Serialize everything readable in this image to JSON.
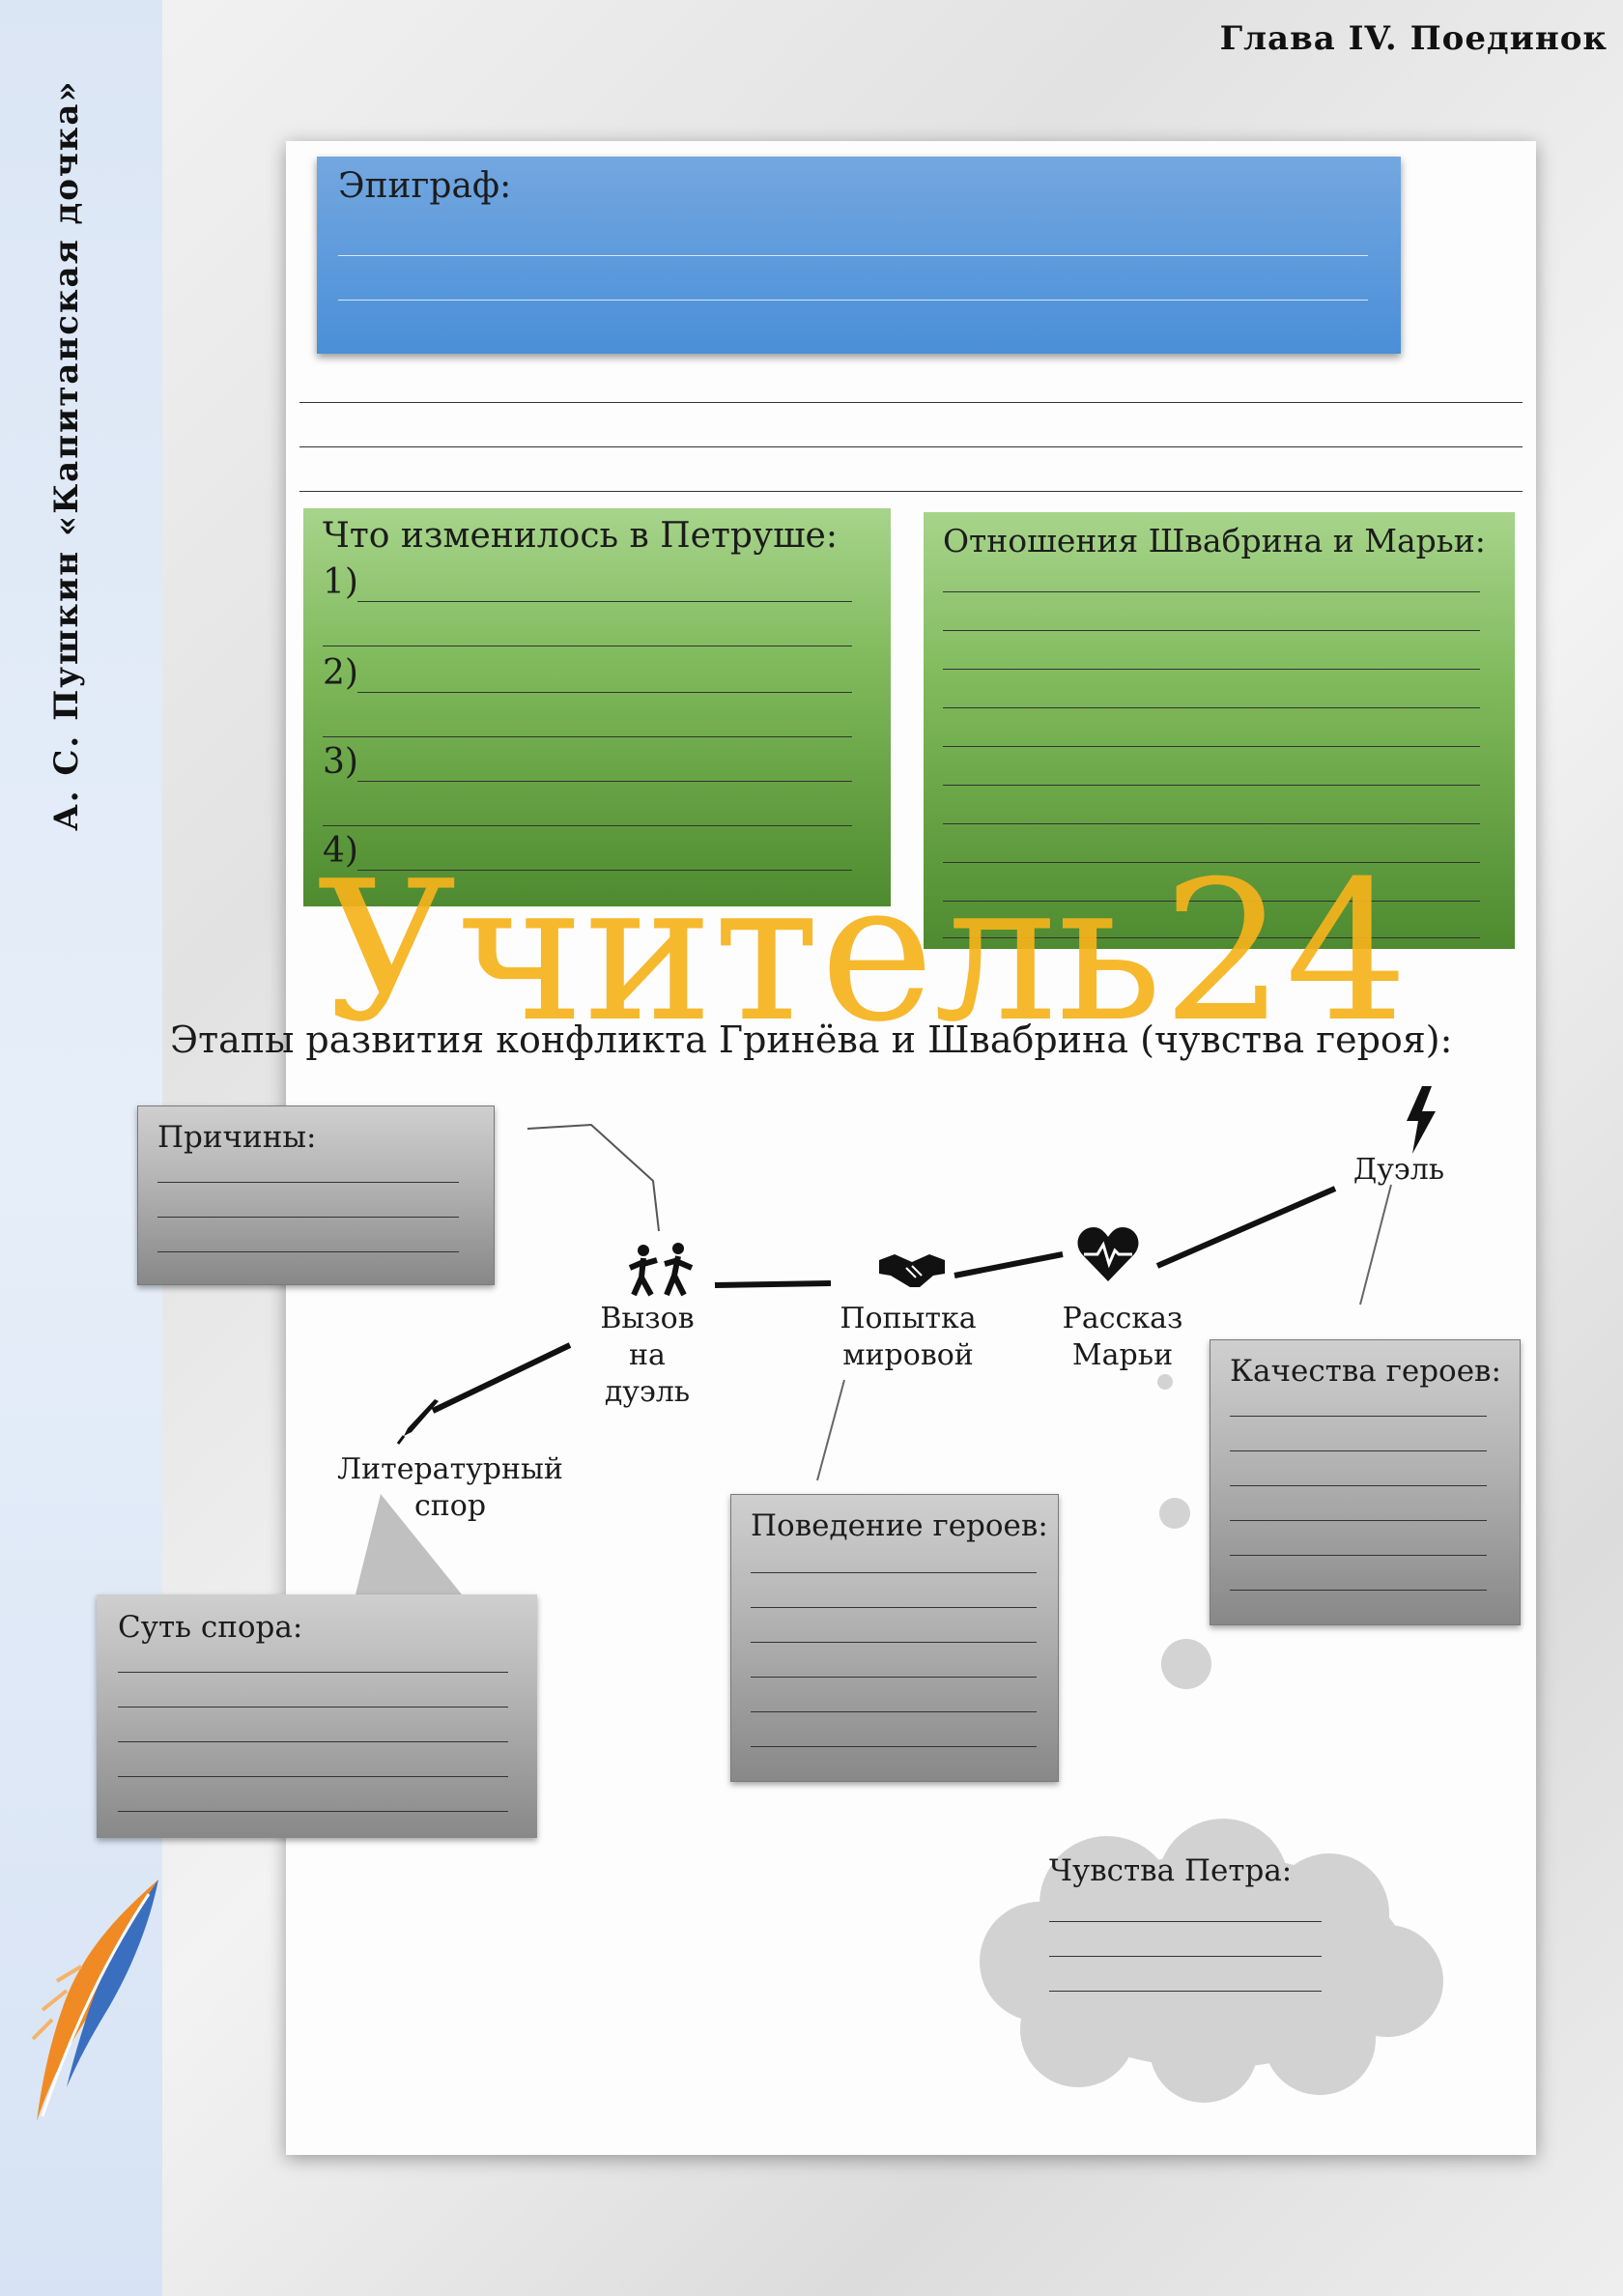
{
  "header": {
    "chapter": "Глава IV. Поединок"
  },
  "sidebar": {
    "vertical_title": "А. С. Пушкин «Капитанская дочка»"
  },
  "epigraph": {
    "label": "Эпиграф:"
  },
  "changes": {
    "label": "Что изменилось в Петруше:",
    "items": [
      "1)",
      "2)",
      "3)",
      "4)"
    ]
  },
  "relations": {
    "label": "Отношения Швабрина и Марьи:"
  },
  "watermark": {
    "text": "Учитель24"
  },
  "stages": {
    "title": "Этапы развития конфликта Гринёва и Швабрина (чувства героя):",
    "nodes": {
      "literary": "Литературный спор",
      "challenge": "Вызов на дуэль",
      "peace": "Попытка мировой",
      "story": "Рассказ Марьи",
      "duel": "Дуэль"
    }
  },
  "boxes": {
    "reasons": "Причины:",
    "dispute": "Суть спора:",
    "behavior": "Поведение героев:",
    "qualities": "Качества героев:",
    "feelings": "Чувства Петра:"
  },
  "colors": {
    "accent_blue": "#4a8fd8",
    "accent_green": "#6aa84f",
    "watermark": "#f6b31c",
    "feather_orange": "#f08a24",
    "feather_blue": "#3a6fc0"
  },
  "icons": [
    "pen-icon",
    "fighting-people-icon",
    "handshake-icon",
    "heartbeat-icon",
    "lightning-icon",
    "feather-logo-icon"
  ]
}
